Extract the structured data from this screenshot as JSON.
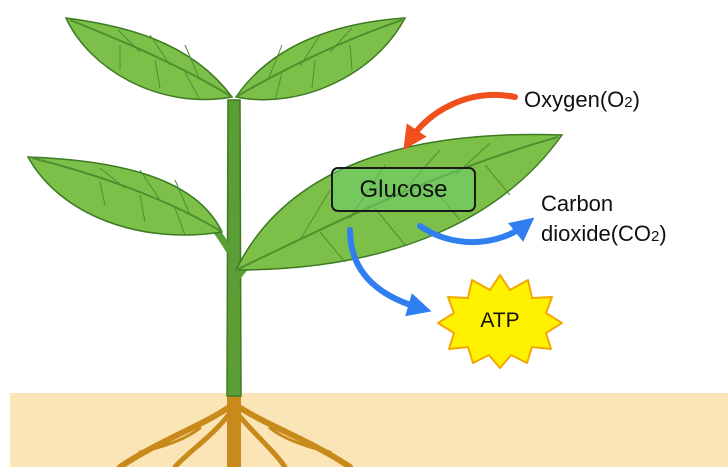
{
  "labels": {
    "oxygen_main": "Oxygen(O",
    "oxygen_sub": "2",
    "oxygen_close": ")",
    "co2_line1": "Carbon",
    "co2_main": "dioxide(CO",
    "co2_sub": "2",
    "co2_close": ")",
    "glucose": "Glucose",
    "atp": "ATP"
  },
  "colors": {
    "leaf": "#7cc04a",
    "leaf_dark": "#4f8f2e",
    "stem": "#5a9e35",
    "soil": "#fbe5b6",
    "root": "#c98a1c",
    "oxygen_arrow": "#f0501e",
    "output_arrow": "#2f7ff0",
    "atp_star": "#fff200",
    "atp_star_edge": "#f2a800"
  }
}
